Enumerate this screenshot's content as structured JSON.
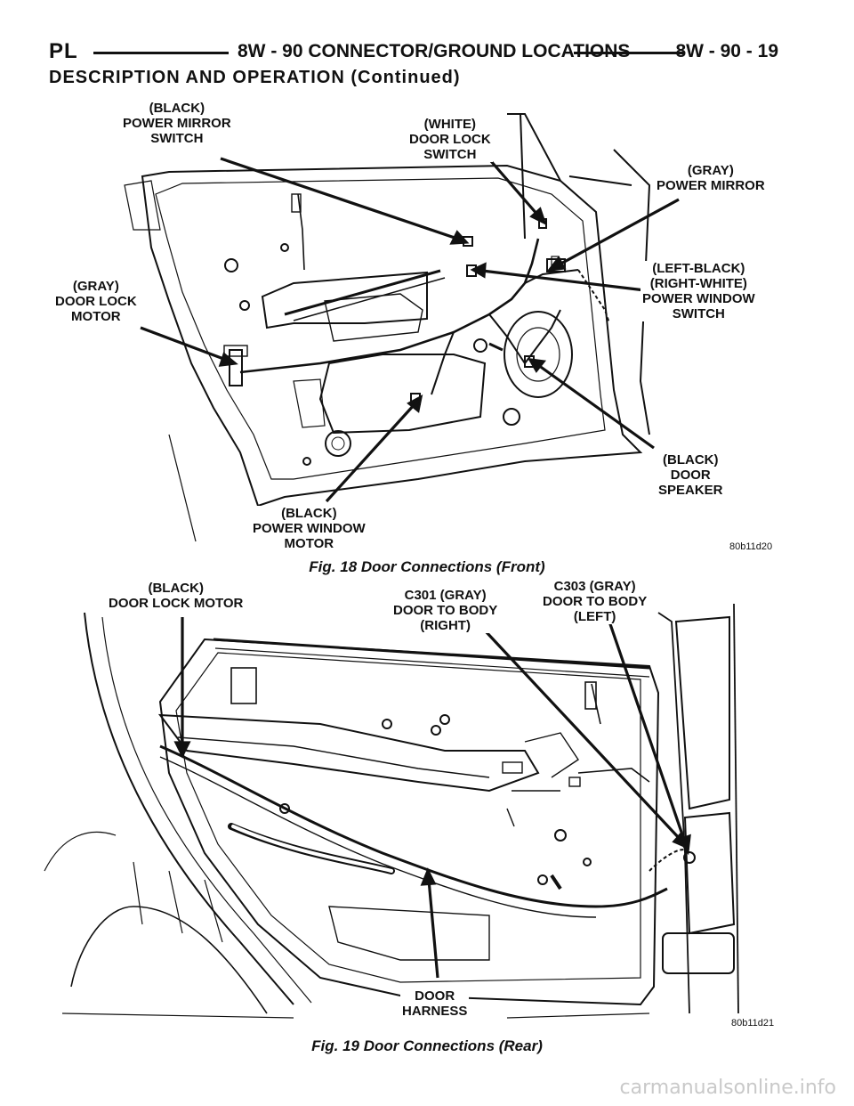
{
  "header": {
    "left": "PL",
    "center": "8W - 90 CONNECTOR/GROUND LOCATIONS",
    "right": "8W - 90 - 19"
  },
  "section_title": "DESCRIPTION AND OPERATION (Continued)",
  "figure_front": {
    "callouts": {
      "power_mirror_switch": "(BLACK)\nPOWER MIRROR\nSWITCH",
      "door_lock_switch": "(WHITE)\nDOOR LOCK\nSWITCH",
      "power_mirror": "(GRAY)\nPOWER MIRROR",
      "door_lock_motor": "(GRAY)\nDOOR LOCK\nMOTOR",
      "power_window_switch": "(LEFT-BLACK)\n(RIGHT-WHITE)\nPOWER WINDOW\nSWITCH",
      "door_speaker": "(BLACK)\nDOOR\nSPEAKER",
      "power_window_motor": "(BLACK)\nPOWER WINDOW\nMOTOR"
    },
    "figure_id": "80b11d20",
    "caption": "Fig. 18 Door Connections (Front)"
  },
  "figure_rear": {
    "callouts": {
      "door_lock_motor": "(BLACK)\nDOOR LOCK MOTOR",
      "c301": "C301 (GRAY)\nDOOR TO BODY\n(RIGHT)",
      "c303": "C303 (GRAY)\nDOOR TO BODY\n(LEFT)",
      "door_harness": "DOOR\nHARNESS"
    },
    "figure_id": "80b11d21",
    "caption": "Fig. 19 Door Connections (Rear)"
  },
  "watermark": "carmanualsonline.info"
}
